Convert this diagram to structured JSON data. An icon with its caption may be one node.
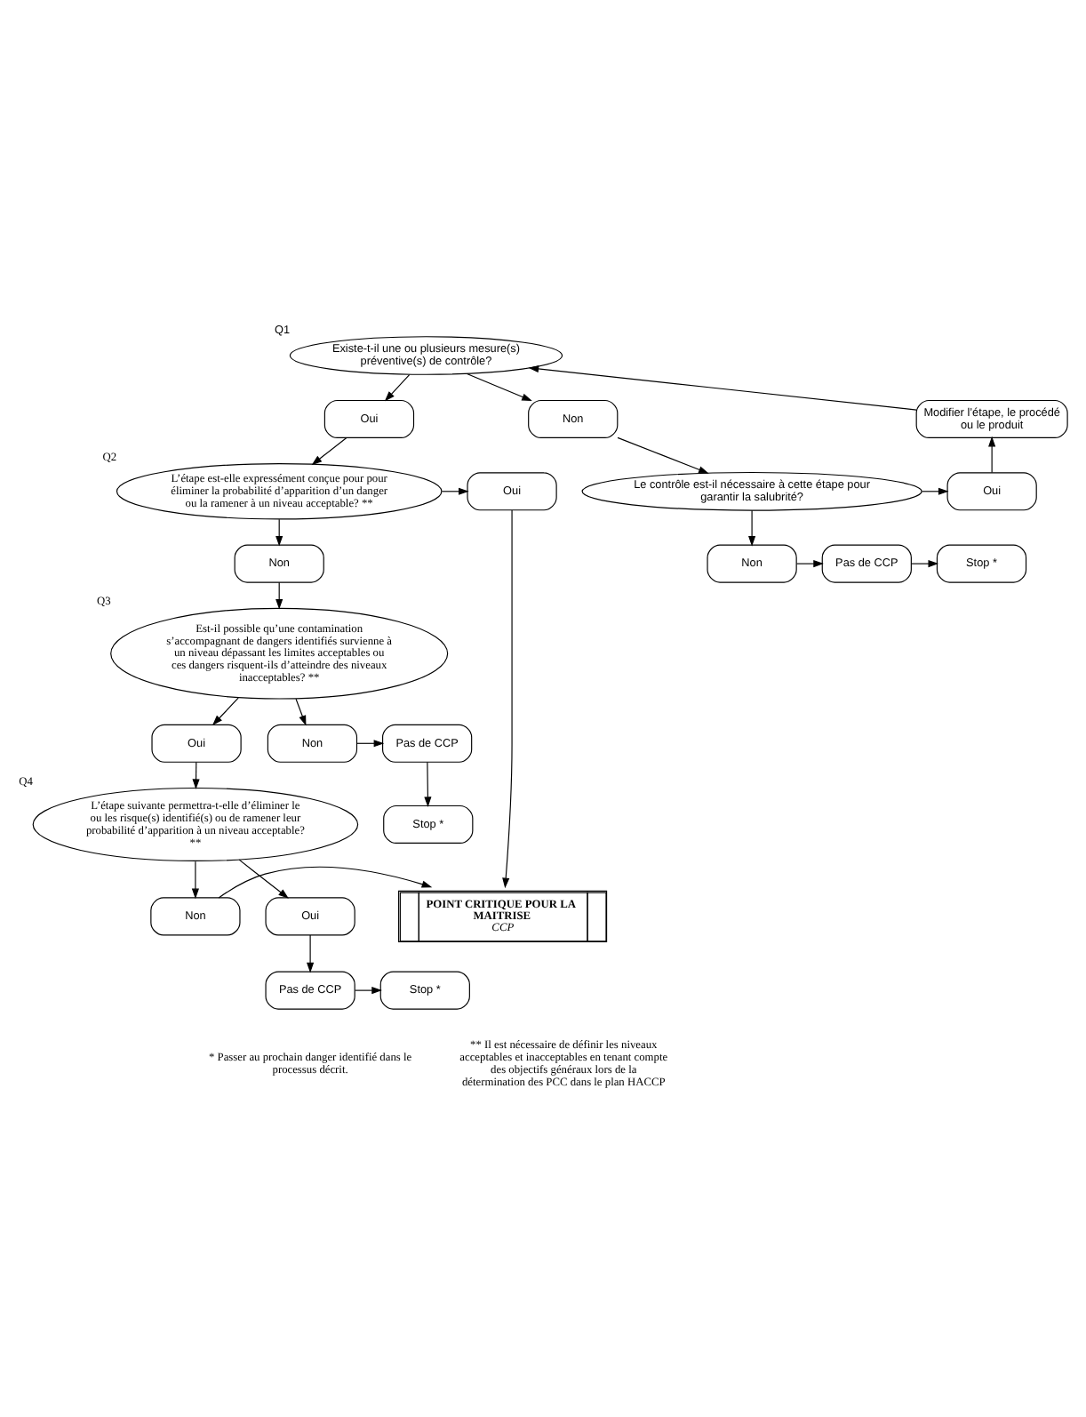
{
  "diagram": {
    "nodes": [
      {
        "text": [
          "Existe-t-il une ou plusieurs mesure(s) préventive(s) de contrôle?"
        ],
        "beside": [
          "Q1"
        ]
      },
      {
        "text": [
          "Oui"
        ]
      },
      {
        "text": [
          "Non"
        ]
      },
      {
        "text": [
          "Modifier l’étape, le procédé ou le produit"
        ]
      },
      {
        "text": [
          "Le contrôle est-il nécessaire à cette étape pour garantir la salubrité?"
        ]
      },
      {
        "text": [
          "Oui"
        ]
      },
      {
        "text": [
          "Non"
        ]
      },
      {
        "text": [
          "Pas de CCP"
        ]
      },
      {
        "text": [
          "Stop *"
        ]
      },
      {
        "text": [
          "L’étape est-elle expressément conçue pour pour éliminer la probabilité d’apparition d’un danger ou la ramener à un niveau acceptable? **"
        ],
        "beside": [
          "Q2"
        ]
      },
      {
        "text": [
          "Oui"
        ]
      },
      {
        "text": [
          "Non"
        ]
      },
      {
        "text": [
          "Est-il possible qu’une contamination s’accompagnant de dangers identifiés survienne à un niveau dépassant les limites acceptables ou ces dangers risquent-ils d’atteindre des niveaux inacceptables? **"
        ],
        "beside": [
          "Q3"
        ]
      },
      {
        "text": [
          "Oui"
        ]
      },
      {
        "text": [
          "Non"
        ]
      },
      {
        "text": [
          "Pas de CCP"
        ]
      },
      {
        "text": [
          "Stop *"
        ]
      },
      {
        "text": [
          "L’étape suivante permettra-t-elle d’éliminer le ou les risque(s) identifié(s) ou de ramener leur probabilité d’apparition à un niveau acceptable? **"
        ],
        "beside": [
          "Q4"
        ]
      },
      {
        "text": [
          "Oui"
        ]
      },
      {
        "text": [
          "Non"
        ]
      },
      {
        "text": [
          "POINT CRITIQUE POUR LA MAITRISE",
          "CCP"
        ]
      },
      {
        "text": [
          "Pas de CCP"
        ]
      },
      {
        "text": [
          "Stop *"
        ]
      }
    ],
    "edges": [
      {
        "from": 0,
        "to": 1,
        "arrow": "to"
      },
      {
        "from": 0,
        "to": 2,
        "arrow": "to"
      },
      {
        "from": 2,
        "to": 4,
        "arrow": "to"
      },
      {
        "from": 4,
        "to": 5,
        "arrow": "to"
      },
      {
        "from": 5,
        "to": 3,
        "arrow": "to"
      },
      {
        "from": 3,
        "to": 0,
        "arrow": "to"
      },
      {
        "from": 4,
        "to": 6,
        "arrow": "to"
      },
      {
        "from": 6,
        "to": 7,
        "arrow": "to"
      },
      {
        "from": 7,
        "to": 8,
        "arrow": "to"
      },
      {
        "from": 1,
        "to": 9,
        "arrow": "to"
      },
      {
        "from": 9,
        "to": 10,
        "arrow": "to"
      },
      {
        "from": 9,
        "to": 11,
        "arrow": "to"
      },
      {
        "from": 11,
        "to": 12,
        "arrow": "to"
      },
      {
        "from": 12,
        "to": 13,
        "arrow": "to"
      },
      {
        "from": 12,
        "to": 14,
        "arrow": "to"
      },
      {
        "from": 14,
        "to": 15,
        "arrow": "to"
      },
      {
        "from": 15,
        "to": 16,
        "arrow": "to"
      },
      {
        "from": 13,
        "to": 17,
        "arrow": "to"
      },
      {
        "from": 17,
        "to": 18,
        "arrow": "to"
      },
      {
        "from": 17,
        "to": 19,
        "arrow": "to"
      },
      {
        "from": 19,
        "to": 20,
        "arrow": "to"
      },
      {
        "from": 10,
        "to": 20,
        "arrow": "to"
      },
      {
        "from": 18,
        "to": 21,
        "arrow": "to"
      },
      {
        "from": 21,
        "to": 22,
        "arrow": "to"
      }
    ],
    "labels": [
      "* Passer au prochain danger identifié dans le processus décrit.",
      "** Il est nécessaire de définir les niveaux acceptables et inacceptables en tenant compte des objectifs généraux lors de la détermination des PCC dans le plan HACCP"
    ]
  }
}
